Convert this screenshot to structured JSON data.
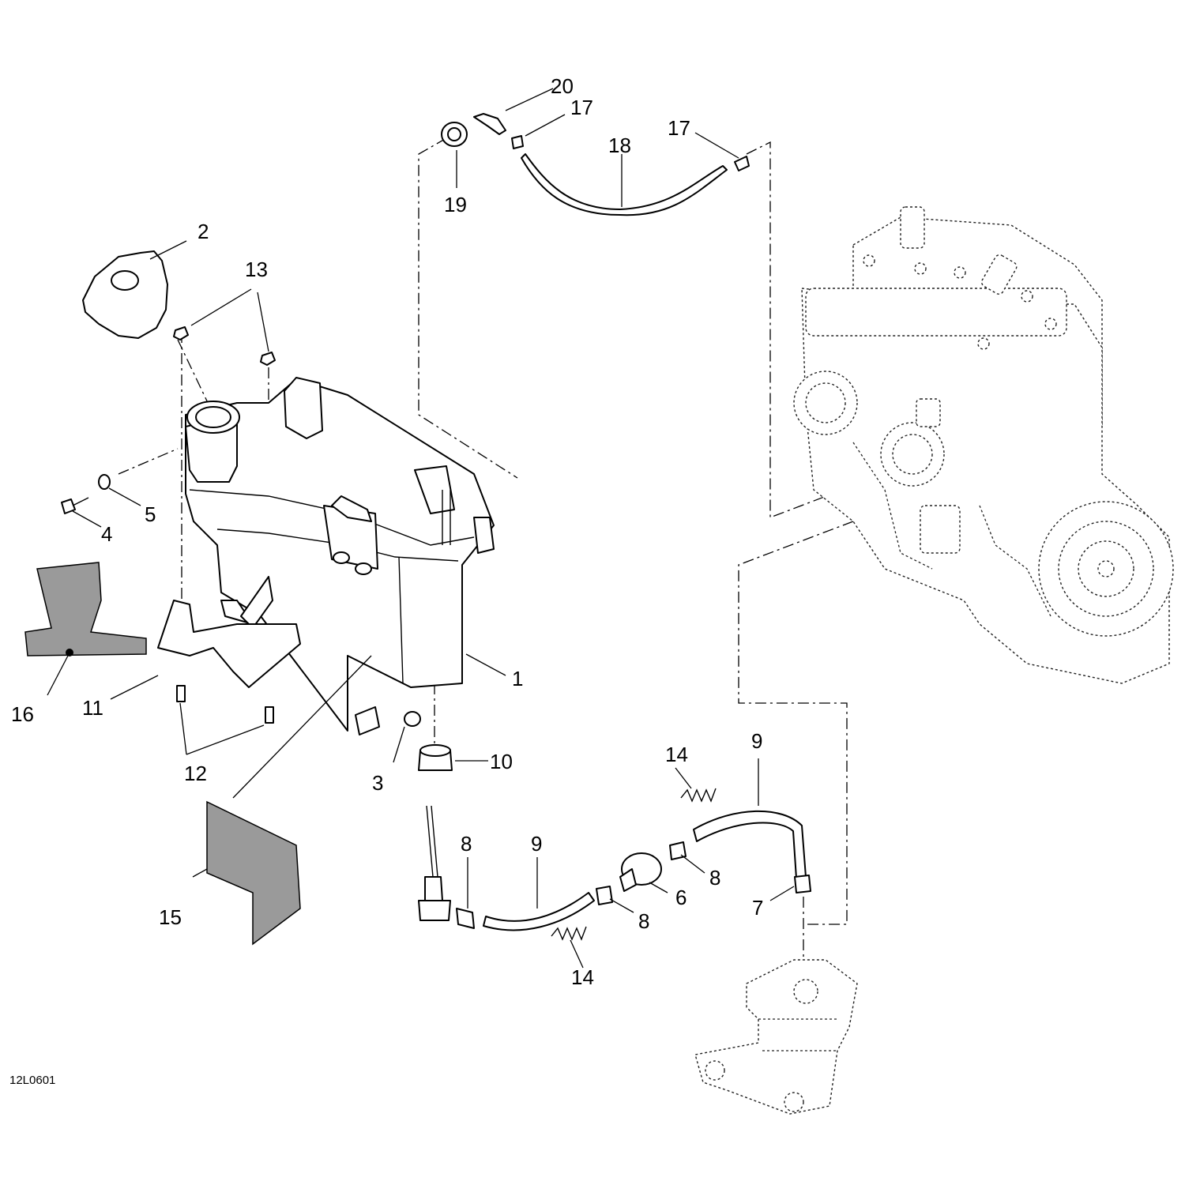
{
  "callouts": [
    {
      "id": "c1",
      "text": "1"
    },
    {
      "id": "c2",
      "text": "2"
    },
    {
      "id": "c3",
      "text": "3"
    },
    {
      "id": "c4",
      "text": "4"
    },
    {
      "id": "c5",
      "text": "5"
    },
    {
      "id": "c6",
      "text": "6"
    },
    {
      "id": "c7",
      "text": "7"
    },
    {
      "id": "c8a",
      "text": "8"
    },
    {
      "id": "c8b",
      "text": "8"
    },
    {
      "id": "c8c",
      "text": "8"
    },
    {
      "id": "c9a",
      "text": "9"
    },
    {
      "id": "c9b",
      "text": "9"
    },
    {
      "id": "c10",
      "text": "10"
    },
    {
      "id": "c11",
      "text": "11"
    },
    {
      "id": "c12",
      "text": "12"
    },
    {
      "id": "c13",
      "text": "13"
    },
    {
      "id": "c14a",
      "text": "14"
    },
    {
      "id": "c14b",
      "text": "14"
    },
    {
      "id": "c15",
      "text": "15"
    },
    {
      "id": "c16",
      "text": "16"
    },
    {
      "id": "c17a",
      "text": "17"
    },
    {
      "id": "c17b",
      "text": "17"
    },
    {
      "id": "c18",
      "text": "18"
    },
    {
      "id": "c19",
      "text": "19"
    },
    {
      "id": "c20",
      "text": "20"
    }
  ],
  "drawing_code": "12L0601"
}
